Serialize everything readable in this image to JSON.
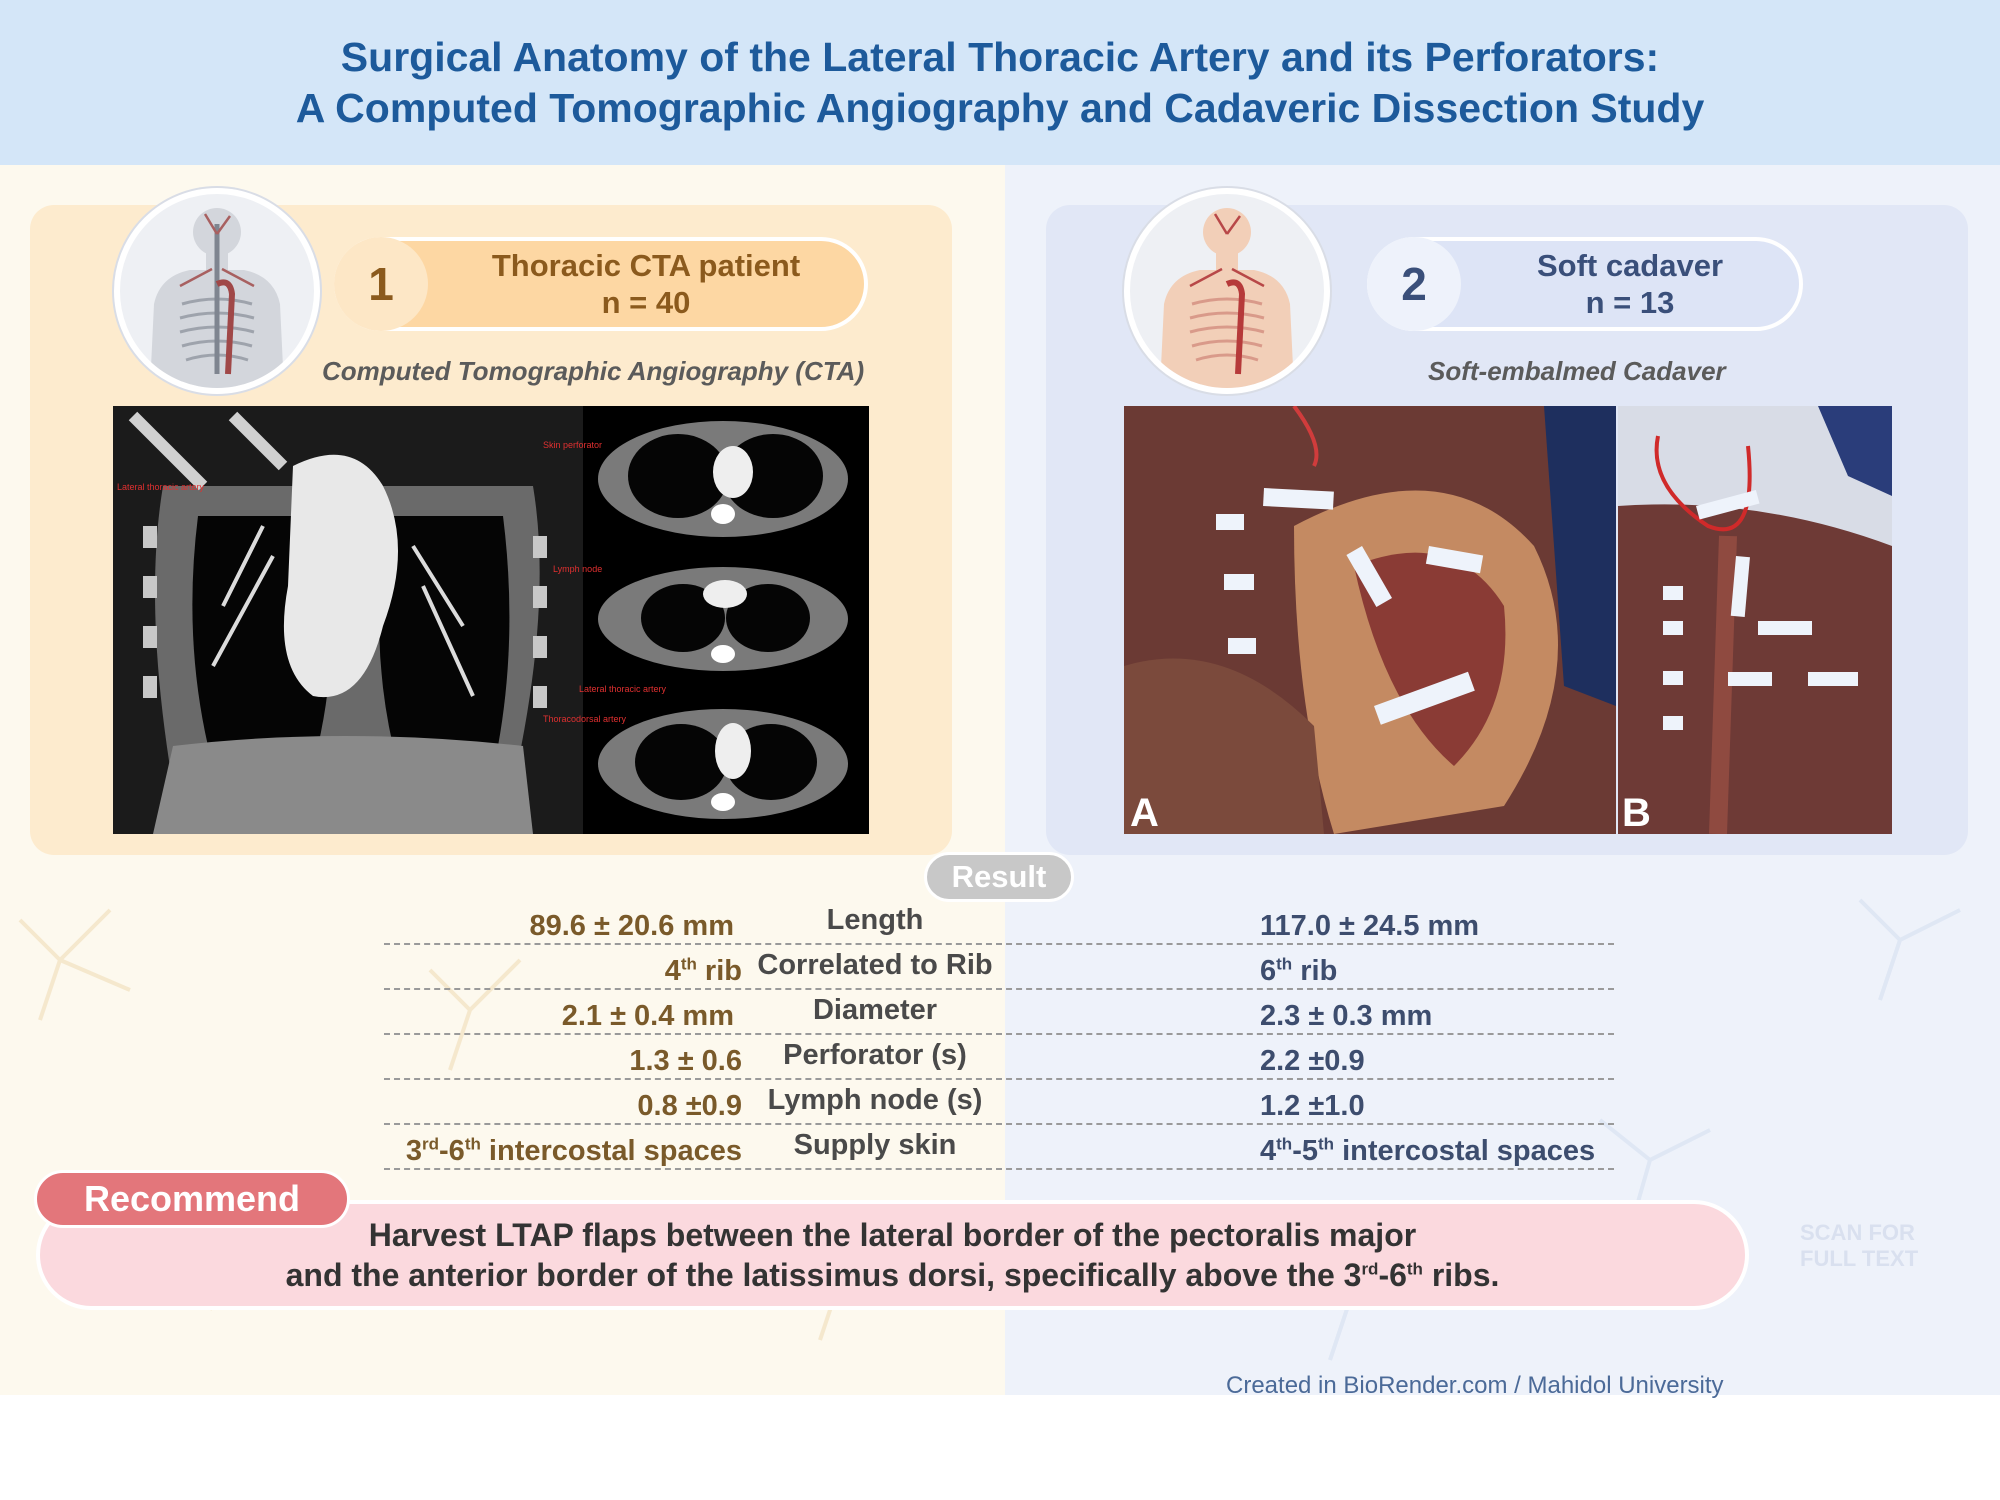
{
  "title": {
    "line1": "Surgical Anatomy of the Lateral Thoracic Artery and its Perforators:",
    "line2": "A Computed Tomographic Angiography and Cadaveric Dissection Study"
  },
  "group1": {
    "number": "1",
    "label_line1": "Thoracic CTA patient",
    "label_line2": "n = 40",
    "subtitle": "Computed Tomographic Angiography (CTA)",
    "image_labels": [
      "Lateral thoracic artery",
      "Skin perforator",
      "Lymph node",
      "Lateral thoracic artery",
      "Thoracodorsal artery"
    ]
  },
  "group2": {
    "number": "2",
    "label_line1": "Soft cadaver",
    "label_line2": "n = 13",
    "subtitle": "Soft-embalmed Cadaver",
    "panel_a": "A",
    "panel_b": "B"
  },
  "result": {
    "label": "Result",
    "rows": [
      {
        "left": "89.6 ± 20.6  mm",
        "center": "Length",
        "right": "117.0 ± 24.5 mm"
      },
      {
        "left_pre": "4",
        "left_sup": "th",
        "left_post": " rib",
        "center": "Correlated to Rib",
        "right_pre": "6",
        "right_sup": "th",
        "right_post": " rib"
      },
      {
        "left": "2.1 ± 0.4 mm",
        "center": "Diameter",
        "right": "2.3 ± 0.3 mm"
      },
      {
        "left": "1.3 ± 0.6",
        "center": "Perforator (s)",
        "right": "2.2 ±0.9"
      },
      {
        "left": "0.8 ±0.9",
        "center": "Lymph node (s)",
        "right": "1.2 ±1.0"
      },
      {
        "left_a": "3",
        "left_a_sup": "rd",
        "left_b": "-6",
        "left_b_sup": "th",
        "left_c": " intercostal spaces",
        "center": "Supply skin",
        "right_a": "4",
        "right_a_sup": "th",
        "right_b": "-5",
        "right_b_sup": "th",
        "right_c": " intercostal spaces"
      }
    ]
  },
  "recommend": {
    "tag": "Recommend",
    "line1": "Harvest LTAP flaps between the lateral border of the pectoralis major",
    "line2_a": "and the anterior border of the latissimus dorsi, specifically above the 3",
    "line2_sup1": "rd",
    "line2_b": "-6",
    "line2_sup2": "th",
    "line2_c": " ribs."
  },
  "footer": {
    "credit": "Created in  BioRender.com / Mahidol University",
    "scan_line1": "SCAN FOR",
    "scan_line2": "FULL TEXT"
  },
  "colors": {
    "title": "#1d5a9b",
    "left_panel": "#fdebce",
    "right_panel": "#e1e7f6",
    "recommend_tag": "#e3767b",
    "recommend_box": "#fbd9de"
  }
}
